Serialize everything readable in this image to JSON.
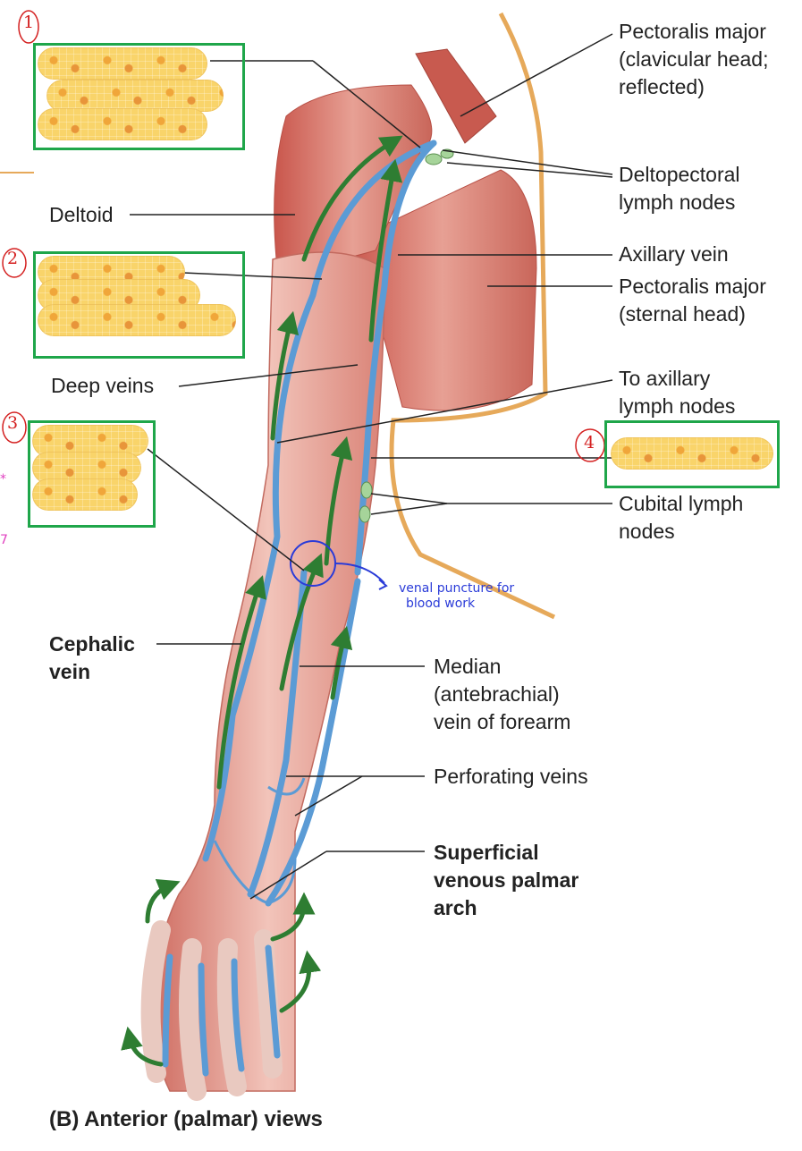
{
  "labels": {
    "pectoralis_clav": [
      "Pectoralis major",
      "(clavicular head;",
      "reflected)"
    ],
    "deltopectoral": [
      "Deltopectoral",
      "lymph nodes"
    ],
    "deltoid": "Deltoid",
    "axillary_vein": "Axillary vein",
    "pectoralis_sternal": [
      "Pectoralis major",
      "(sternal head)"
    ],
    "deep_veins": "Deep veins",
    "to_axillary": [
      "To axillary",
      "lymph nodes"
    ],
    "cubital": [
      "Cubital lymph",
      "nodes"
    ],
    "cephalic": [
      "Cephalic",
      "vein"
    ],
    "median": [
      "Median",
      "(antebrachial)",
      "vein of forearm"
    ],
    "perforating": "Perforating veins",
    "superficial_arch": [
      "Superficial",
      "venous palmar",
      "arch"
    ]
  },
  "caption": "(B) Anterior (palmar) views",
  "annotation": [
    "venal puncture for",
    "blood work"
  ],
  "hidden_label_markers": [
    "1",
    "2",
    "3",
    "4"
  ],
  "colors": {
    "answer_box": "#1fa64a",
    "marker": "#d42020",
    "annotation": "#2a3bd8",
    "flow_arrow": "#2e7d32",
    "vein": "#5b9bd5",
    "muscle": "#d9837a"
  }
}
